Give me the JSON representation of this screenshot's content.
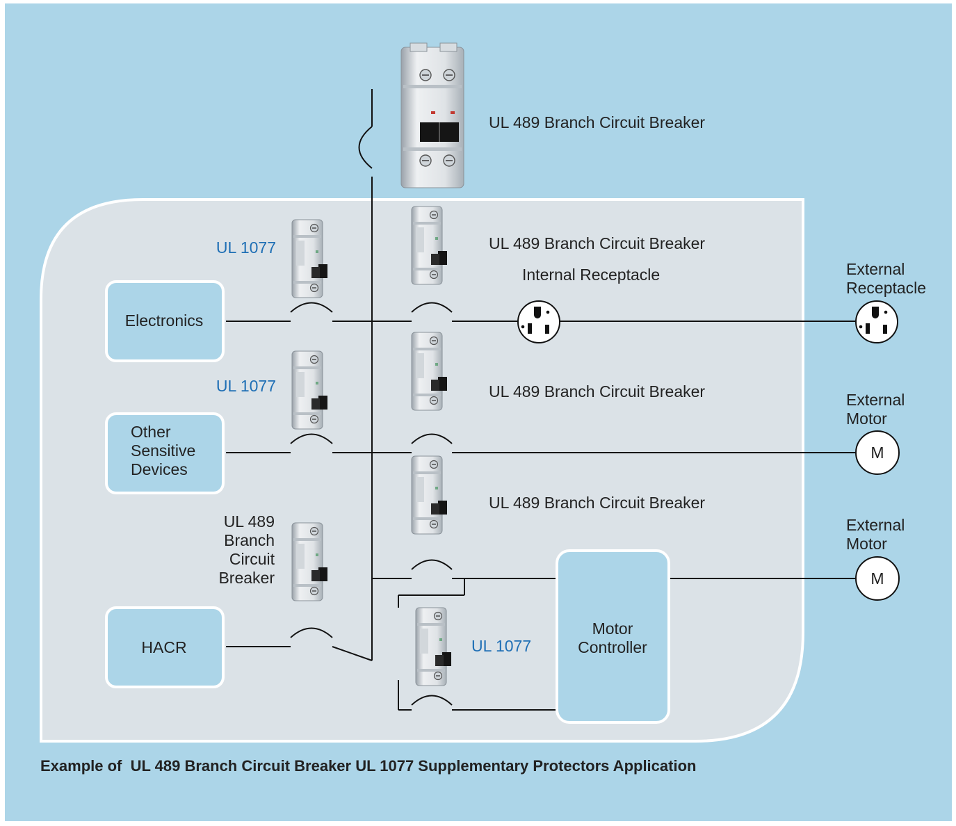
{
  "colors": {
    "outer_background": "#acd5e8",
    "panel": "#dbe2e7",
    "box_fill": "#acd5e8",
    "blue_text": "#1f6fb5",
    "wire": "#111111"
  },
  "main_breaker_label": "UL 489 Branch Circuit Breaker",
  "branch_breaker_labels": [
    "UL 489 Branch Circuit Breaker",
    "UL 489 Branch Circuit Breaker",
    "UL 489 Branch Circuit Breaker"
  ],
  "supplementary_labels": [
    "UL 1077",
    "UL 1077",
    "UL 1077"
  ],
  "hacr_breaker_label": [
    "UL 489",
    "Branch",
    "Circuit",
    "Breaker"
  ],
  "internal_receptacle_label": "Internal Receptacle",
  "external_receptacle_label": [
    "External",
    "Receptacle"
  ],
  "external_motor_labels": [
    [
      "External",
      "Motor"
    ],
    [
      "External",
      "Motor"
    ]
  ],
  "motor_symbol": "M",
  "boxes": {
    "electronics": "Electronics",
    "other_sensitive": [
      "Other",
      "Sensitive",
      "Devices"
    ],
    "hacr": "HACR",
    "motor_controller": [
      "Motor",
      "Controller"
    ]
  },
  "caption": "Example of  UL 489 Branch Circuit Breaker UL 1077 Supplementary Protectors Application"
}
